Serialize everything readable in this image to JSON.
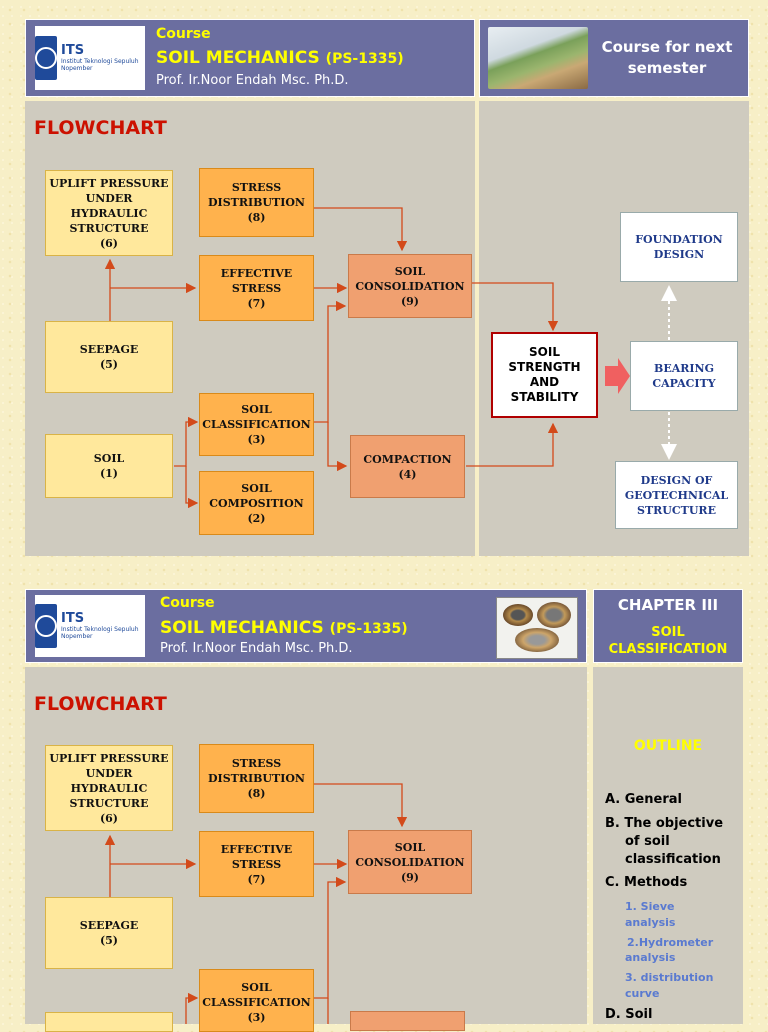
{
  "slide1": {
    "header": {
      "logo_name": "ITS",
      "logo_caption": "Institut Teknologi Sepuluh Nopember",
      "course_label": "Course",
      "course_title": "SOIL MECHANICS",
      "course_code": "(PS-1335)",
      "professor": "Prof. Ir.Noor Endah Msc. Ph.D."
    },
    "side_header": {
      "text_line1": "Course for next",
      "text_line2": "semester"
    },
    "flowchart_title": "FLOWCHART",
    "boxes": {
      "uplift": [
        "UPLIFT PRESSURE",
        "UNDER",
        "HYDRAULIC",
        "STRUCTURE",
        "(6)"
      ],
      "stress": [
        "STRESS",
        "DISTRIBUTION",
        "(8)"
      ],
      "effective": [
        "EFFECTIVE",
        "STRESS",
        "(7)"
      ],
      "consolidation": [
        "SOIL",
        "CONSOLIDATION",
        "(9)"
      ],
      "seepage": [
        "SEEPAGE",
        "(5)"
      ],
      "classification": [
        "SOIL",
        "CLASSIFICATION",
        "(3)"
      ],
      "soil": [
        "SOIL",
        "(1)"
      ],
      "composition": [
        "SOIL",
        "COMPOSITION",
        "(2)"
      ],
      "compaction": [
        "COMPACTION",
        "(4)"
      ],
      "strength": [
        "SOIL",
        "STRENGTH",
        "AND",
        "STABILITY"
      ],
      "foundation": [
        "FOUNDATION",
        "DESIGN"
      ],
      "bearing": [
        "BEARING",
        "CAPACITY"
      ],
      "geotech": [
        "DESIGN OF",
        "GEOTECHNICAL",
        "STRUCTURE"
      ]
    }
  },
  "slide2": {
    "header": {
      "logo_name": "ITS",
      "logo_caption": "Institut Teknologi Sepuluh Nopember",
      "course_label": "Course",
      "course_title": "SOIL MECHANICS",
      "course_code": "(PS-1335)",
      "professor": "Prof. Ir.Noor Endah Msc. Ph.D."
    },
    "side_header": {
      "chapter": "CHAPTER III",
      "topic_line1": "SOIL",
      "topic_line2": "CLASSIFICATION"
    },
    "flowchart_title": "FLOWCHART",
    "boxes": {
      "uplift": [
        "UPLIFT PRESSURE",
        "UNDER",
        "HYDRAULIC",
        "STRUCTURE",
        "(6)"
      ],
      "stress": [
        "STRESS",
        "DISTRIBUTION",
        "(8)"
      ],
      "effective": [
        "EFFECTIVE",
        "STRESS",
        "(7)"
      ],
      "consolidation": [
        "SOIL",
        "CONSOLIDATION",
        "(9)"
      ],
      "seepage": [
        "SEEPAGE",
        "(5)"
      ],
      "classification": [
        "SOIL",
        "CLASSIFICATION",
        "(3)"
      ]
    },
    "outline": {
      "title": "OUTLINE",
      "a": "A. General",
      "b1": "B. The objective",
      "b2": "of soil",
      "b3": "classification",
      "c": "C.  Methods",
      "c1a": "1. Sieve",
      "c1b": "analysis",
      "c2a": "2.Hydrometer",
      "c2b": "analysis",
      "c3a": "3. distribution",
      "c3b": "curve",
      "d": "D. Soil"
    }
  }
}
